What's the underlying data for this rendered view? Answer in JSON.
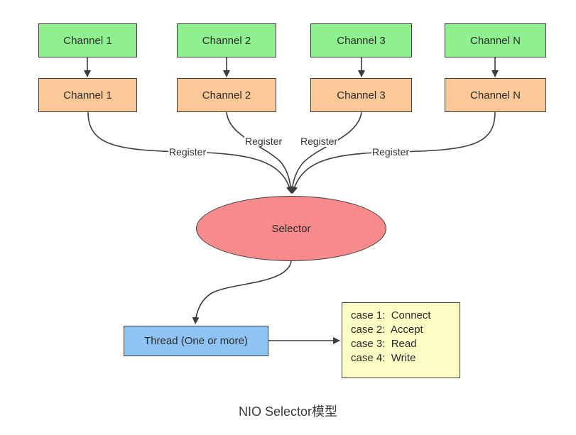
{
  "channels_top": [
    "Channel 1",
    "Channel 2",
    "Channel 3",
    "Channel N"
  ],
  "channels_bottom": [
    "Channel 1",
    "Channel 2",
    "Channel 3",
    "Channel N"
  ],
  "edge_labels": [
    "Register",
    "Register",
    "Register",
    "Register"
  ],
  "selector": "Selector",
  "thread": "Thread (One or more)",
  "cases": [
    "case 1:  Connect",
    "case 2:  Accept",
    "case 3:  Read",
    "case 4:  Write"
  ],
  "caption": "NIO Selector模型",
  "colors": {
    "top_channel": "#8ff08f",
    "bottom_channel": "#fbc898",
    "selector": "#f78a8a",
    "thread": "#8ec3f4",
    "cases": "#fdfdc6"
  }
}
